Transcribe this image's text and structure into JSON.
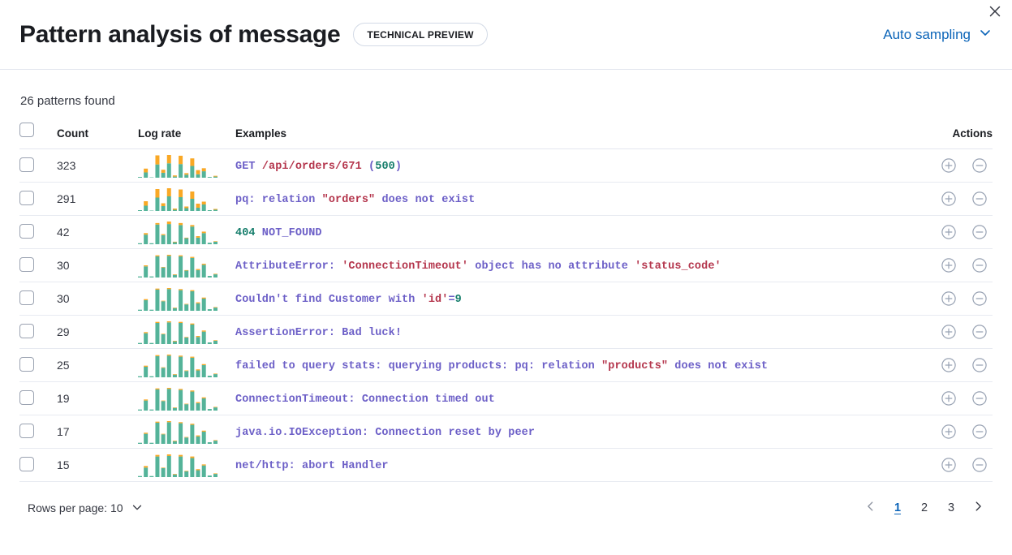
{
  "header": {
    "title": "Pattern analysis of message",
    "badge": "TECHNICAL PREVIEW",
    "sampling_label": "Auto sampling",
    "chevron_icon": "chevron-down-icon",
    "close_icon": "close-icon"
  },
  "summary": {
    "patterns_found": "26 patterns found"
  },
  "table": {
    "columns": {
      "select": "",
      "count": "Count",
      "log_rate": "Log rate",
      "examples": "Examples",
      "actions": "Actions"
    },
    "row_actions": {
      "include_icon": "circle-plus-icon",
      "exclude_icon": "circle-minus-icon"
    },
    "rows": [
      {
        "count": "323",
        "example": "GET /api/orders/671 (500)",
        "tokens": [
          {
            "t": "GET ",
            "c": "d"
          },
          {
            "t": "/api/orders/671",
            "c": "s"
          },
          {
            "t": " (",
            "c": "d"
          },
          {
            "t": "500",
            "c": "n"
          },
          {
            "t": ")",
            "c": "d"
          }
        ],
        "spark": {
          "teal": [
            2,
            14,
            1,
            35,
            13,
            38,
            3,
            36,
            8,
            31,
            9,
            17,
            2,
            3
          ],
          "orange": [
            0,
            10,
            0,
            24,
            8,
            22,
            3,
            22,
            4,
            20,
            11,
            8,
            0,
            2
          ]
        }
      },
      {
        "count": "291",
        "example": "pq: relation \"orders\" does not exist",
        "tokens": [
          {
            "t": "pq: relation ",
            "c": "d"
          },
          {
            "t": "\"orders\"",
            "c": "s"
          },
          {
            "t": " does not exist",
            "c": "d"
          }
        ],
        "spark": {
          "teal": [
            2,
            13,
            1,
            33,
            12,
            36,
            3,
            34,
            7,
            30,
            8,
            16,
            2,
            3
          ],
          "orange": [
            0,
            11,
            0,
            21,
            7,
            20,
            3,
            19,
            4,
            18,
            10,
            7,
            0,
            2
          ]
        }
      },
      {
        "count": "42",
        "example": "404 NOT_FOUND",
        "tokens": [
          {
            "t": "404",
            "c": "n"
          },
          {
            "t": " NOT_FOUND",
            "c": "d"
          }
        ],
        "spark": {
          "teal": [
            2,
            19,
            2,
            39,
            18,
            40,
            4,
            38,
            12,
            35,
            13,
            22,
            3,
            5
          ],
          "orange": [
            0,
            3,
            0,
            3,
            2,
            5,
            1,
            4,
            1,
            3,
            3,
            3,
            0,
            1
          ]
        }
      },
      {
        "count": "30",
        "example": "AttributeError: 'ConnectionTimeout' object has no attribute 'status_code'",
        "tokens": [
          {
            "t": "AttributeError: ",
            "c": "d"
          },
          {
            "t": "'ConnectionTimeout'",
            "c": "s"
          },
          {
            "t": " object has no attribute ",
            "c": "d"
          },
          {
            "t": "'status_code'",
            "c": "s"
          }
        ],
        "spark": {
          "teal": [
            2,
            21,
            2,
            40,
            19,
            41,
            5,
            40,
            13,
            37,
            14,
            24,
            3,
            6
          ],
          "orange": [
            0,
            2,
            0,
            2,
            1,
            2,
            1,
            2,
            1,
            2,
            2,
            2,
            0,
            1
          ]
        }
      },
      {
        "count": "30",
        "example": "Couldn't find Customer with 'id'=9",
        "tokens": [
          {
            "t": "Couldn't find Customer with ",
            "c": "d"
          },
          {
            "t": "'id'",
            "c": "s"
          },
          {
            "t": "=",
            "c": "d"
          },
          {
            "t": "9",
            "c": "n"
          }
        ],
        "spark": {
          "teal": [
            2,
            20,
            2,
            40,
            18,
            41,
            5,
            39,
            12,
            37,
            14,
            23,
            3,
            6
          ],
          "orange": [
            0,
            2,
            0,
            2,
            1,
            2,
            1,
            2,
            1,
            2,
            2,
            2,
            0,
            1
          ]
        }
      },
      {
        "count": "29",
        "example": "AssertionError: Bad luck!",
        "tokens": [
          {
            "t": "AssertionError: Bad luck!",
            "c": "d"
          }
        ],
        "spark": {
          "teal": [
            2,
            20,
            2,
            39,
            18,
            40,
            5,
            39,
            12,
            36,
            13,
            23,
            3,
            6
          ],
          "orange": [
            0,
            2,
            0,
            2,
            1,
            2,
            1,
            2,
            1,
            2,
            2,
            2,
            0,
            1
          ]
        }
      },
      {
        "count": "25",
        "example": "failed to query stats: querying products: pq: relation \"products\" does not exist",
        "tokens": [
          {
            "t": "failed to query stats: querying products: pq: relation ",
            "c": "d"
          },
          {
            "t": "\"products\"",
            "c": "s"
          },
          {
            "t": " does not exist",
            "c": "d"
          }
        ],
        "spark": {
          "teal": [
            2,
            20,
            2,
            40,
            18,
            41,
            5,
            39,
            12,
            37,
            13,
            23,
            3,
            6
          ],
          "orange": [
            0,
            2,
            0,
            2,
            1,
            2,
            1,
            2,
            1,
            2,
            2,
            2,
            0,
            1
          ]
        }
      },
      {
        "count": "19",
        "example": "ConnectionTimeout: Connection timed out",
        "tokens": [
          {
            "t": "ConnectionTimeout: Connection timed out",
            "c": "d"
          }
        ],
        "spark": {
          "teal": [
            2,
            19,
            2,
            40,
            18,
            41,
            5,
            39,
            12,
            36,
            14,
            23,
            3,
            6
          ],
          "orange": [
            0,
            2,
            0,
            2,
            1,
            2,
            1,
            2,
            1,
            2,
            2,
            2,
            0,
            1
          ]
        }
      },
      {
        "count": "17",
        "example": "java.io.IOException: Connection reset by peer",
        "tokens": [
          {
            "t": "java.io.IOException: Connection reset by peer",
            "c": "d"
          }
        ],
        "spark": {
          "teal": [
            2,
            19,
            2,
            40,
            18,
            41,
            5,
            39,
            12,
            36,
            14,
            23,
            3,
            6
          ],
          "orange": [
            0,
            2,
            0,
            2,
            1,
            2,
            1,
            2,
            1,
            2,
            2,
            2,
            0,
            1
          ]
        }
      },
      {
        "count": "15",
        "example": "net/http: abort Handler",
        "tokens": [
          {
            "t": "net/http: abort Handler",
            "c": "d"
          }
        ],
        "spark": {
          "teal": [
            2,
            18,
            2,
            39,
            17,
            40,
            5,
            39,
            11,
            36,
            13,
            22,
            3,
            6
          ],
          "orange": [
            0,
            3,
            0,
            3,
            1,
            3,
            1,
            3,
            1,
            3,
            2,
            2,
            0,
            1
          ]
        }
      }
    ]
  },
  "footer": {
    "rows_per_page_label": "Rows per page: 10",
    "rows_per_page_icon": "chevron-down-icon",
    "prev_icon": "chevron-left-icon",
    "next_icon": "chevron-right-icon",
    "pages": [
      "1",
      "2",
      "3"
    ],
    "active_page": "1"
  },
  "colors": {
    "accent": "#0b64b8",
    "spark_teal": "#54b399",
    "spark_orange": "#f9a825",
    "token_default": "#6c5fc7",
    "token_string": "#b4354c",
    "token_number": "#157d6b"
  }
}
